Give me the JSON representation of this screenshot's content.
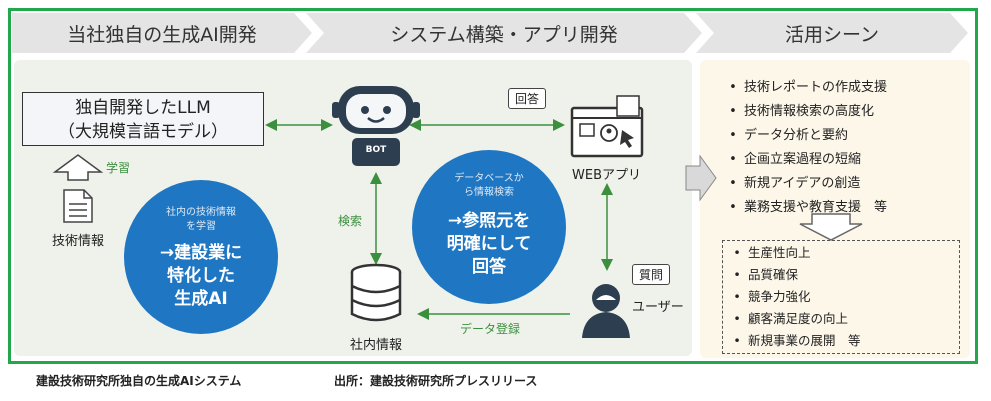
{
  "header": {
    "steps": [
      "当社独自の生成AI開発",
      "システム構築・アプリ開発",
      "活用シーン"
    ]
  },
  "llm_box": {
    "line1": "独自開発したLLM",
    "line2": "（大規模言語モデル）"
  },
  "learning": {
    "label": "学習",
    "doc_label": "技術情報"
  },
  "circle_left": {
    "small1": "社内の技術情報",
    "small2": "を学習",
    "big1": "→建設業に",
    "big2": "特化した",
    "big3": "生成AI"
  },
  "bot": {
    "badge": "BOT"
  },
  "search_label": "検索",
  "circle_mid": {
    "small1": "データベースか",
    "small2": "ら情報検索",
    "big1": "→参照元を",
    "big2": "明確にして",
    "big3": "回答"
  },
  "answer_bubble": "回答",
  "web_app": {
    "label": "WEBアプリ"
  },
  "question_bubble": "質問",
  "user": {
    "label": "ユーザー"
  },
  "database": {
    "label": "社内情報"
  },
  "data_register_label": "データ登録",
  "use_cases": [
    "技術レポートの作成支援",
    "技術情報検索の高度化",
    "データ分析と要約",
    "企画立案過程の短縮",
    "新規アイデアの創造",
    "業務支援や教育支援　等"
  ],
  "effects": [
    "生産性向上",
    "品質確保",
    "競争力強化",
    "顧客満足度の向上",
    "新規事業の展開　等"
  ],
  "caption": {
    "left": "建設技術研究所独自の生成AIシステム",
    "right": "出所：建設技術研究所プレスリリース"
  },
  "colors": {
    "frame_green": "#22a84a",
    "circle_blue": "#1f76c2",
    "arrow_green": "#3b8f3e",
    "header_gray": "#e4e4e4"
  }
}
